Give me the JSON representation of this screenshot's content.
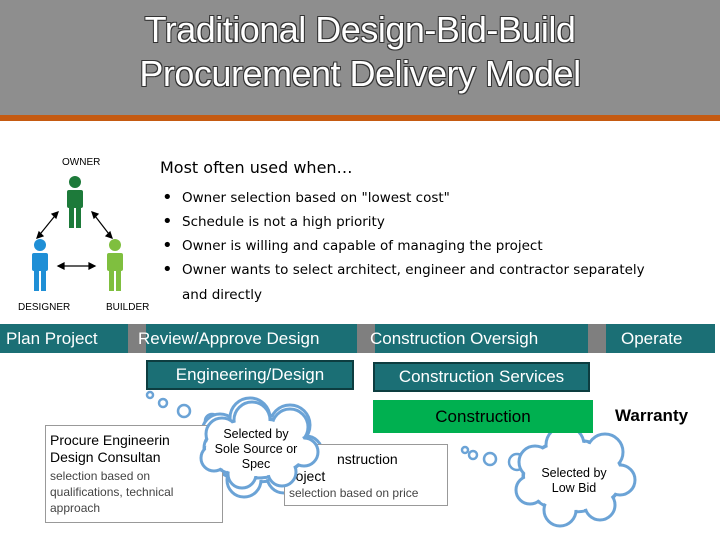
{
  "slide": {
    "title_line1": "Traditional Design-Bid-Build",
    "title_line2": "Procurement Delivery Model"
  },
  "roles": {
    "owner": "OWNER",
    "designer": "DESIGNER",
    "builder": "BUILDER"
  },
  "when": {
    "heading": "Most often used when…",
    "bullets": [
      "Owner selection based on \"lowest cost\"",
      "Schedule is not a high priority",
      "Owner is willing and capable of managing the project",
      "Owner wants to select architect, engineer and contractor separately"
    ],
    "bullet4_cont": "and directly"
  },
  "phases": {
    "plan": "Plan Project",
    "review": "Review/Approve Design",
    "oversight": "Construction Oversigh",
    "operate": "Operate"
  },
  "boxes": {
    "engineering": "Engineering/Design",
    "construction_services": "Construction Services",
    "construction": "Construction",
    "warranty": "Warranty",
    "procure_line1": "Procure Engineerin",
    "procure_line2": "Design Consultan",
    "procure_sub1": "selection based on",
    "procure_sub2": "qualifications, technical",
    "procure_sub3": "approach",
    "construct_line1": "nstruction",
    "construct_line2": "roject",
    "construct_sub": "selection based on price"
  },
  "bubbles": {
    "sole_line1": "Selected by",
    "sole_line2": "Sole Source or",
    "sole_line3": "Spec",
    "low_line1": "Selected by",
    "low_line2": "Low Bid"
  },
  "colors": {
    "header_bg": "#8e8e8e",
    "accent_rule": "#c55a11",
    "phase_teal": "#1b6f75",
    "construction_green": "#00b050",
    "person_green": "#1d7a3a",
    "person_blue": "#1f8fd6",
    "person_lime": "#7fbf3f"
  }
}
